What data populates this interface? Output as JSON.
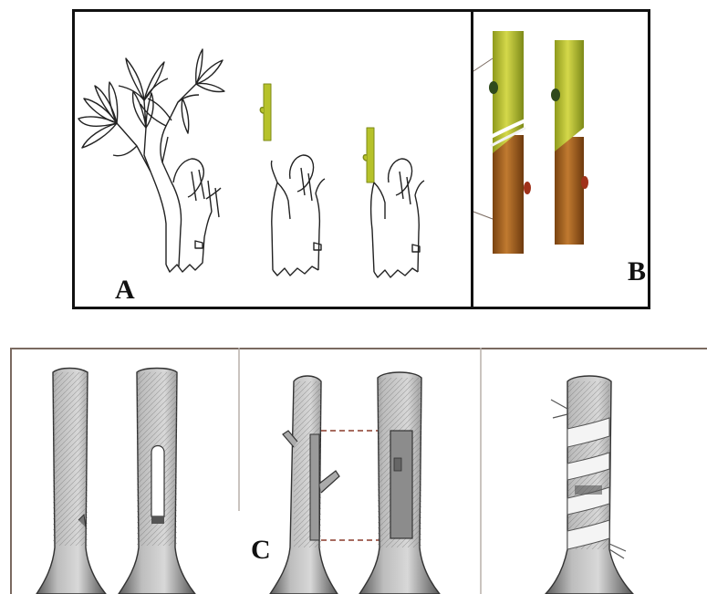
{
  "panels": {
    "a": {
      "label": "A"
    },
    "b": {
      "label": "B"
    },
    "c": {
      "label": "C"
    }
  },
  "colors": {
    "outline": "#222222",
    "scion_green": "#b6c22a",
    "rootstock_brown": "#9a5a1c",
    "bark_gray": "#8e8e8e",
    "bud_dark": "#2f4a1c",
    "bud_red": "#a0321a",
    "dashed_line": "#8a3a2a"
  }
}
